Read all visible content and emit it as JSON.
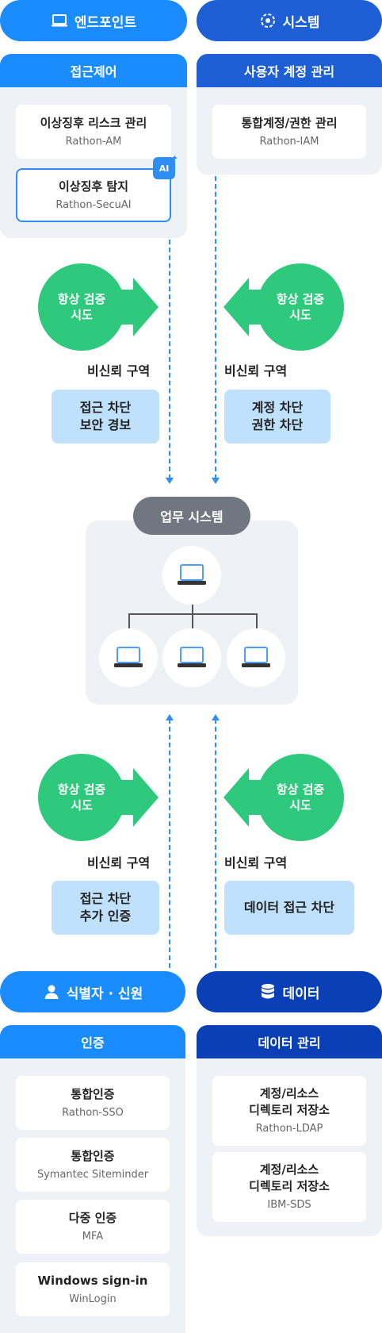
{
  "top": {
    "endpoint": {
      "label": "엔드포인트",
      "icon": "laptop-icon",
      "color": "#1a8cff"
    },
    "system": {
      "label": "시스템",
      "icon": "gear-network-icon",
      "color": "#1f5fd6"
    }
  },
  "access_control": {
    "title": "접근제어",
    "cards": [
      {
        "title": "이상징후 리스크 관리",
        "sub": "Rathon-AM"
      },
      {
        "title": "이상징후 탐지",
        "sub": "Rathon-SecuAI",
        "badge": "AI"
      }
    ]
  },
  "account_mgmt": {
    "title": "사용자 계정 관리",
    "cards": [
      {
        "title": "통합계정/권한 관리",
        "sub": "Rathon-IAM"
      }
    ]
  },
  "upper_flow": {
    "left_attempt": "항상 검증\n시도",
    "right_attempt": "항상 검증\n시도",
    "left_zone": "비신뢰 구역",
    "right_zone": "비신뢰 구역",
    "left_box": "접근 차단\n보안 경보",
    "right_box": "계정 차단\n권한 차단"
  },
  "business_system": {
    "title": "업무 시스템"
  },
  "lower_flow": {
    "left_attempt": "항상 검증\n시도",
    "right_attempt": "항상 검증\n시도",
    "left_zone": "비신뢰 구역",
    "right_zone": "비신뢰 구역",
    "left_box": "접근 차단\n추가 인증",
    "right_box": "데이터 접근 차단"
  },
  "bottom": {
    "identity": {
      "label": "식별자 · 신원",
      "icon": "user-icon",
      "color": "#1a8cff"
    },
    "data": {
      "label": "데이터",
      "icon": "database-icon",
      "color": "#0a3fb5"
    }
  },
  "auth": {
    "title": "인증",
    "cards": [
      {
        "title": "통합인증",
        "sub": "Rathon-SSO"
      },
      {
        "title": "통합인증",
        "sub": "Symantec Siteminder"
      },
      {
        "title": "다중 인증",
        "sub": "MFA"
      },
      {
        "title": "Windows sign-in",
        "sub": "WinLogin"
      }
    ]
  },
  "data_mgmt": {
    "title": "데이터 관리",
    "cards": [
      {
        "title": "계정/리소스\n디렉토리 저장소",
        "sub": "Rathon-LDAP"
      },
      {
        "title": "계정/리소스\n디렉토리 저장소",
        "sub": "IBM-SDS"
      }
    ]
  }
}
